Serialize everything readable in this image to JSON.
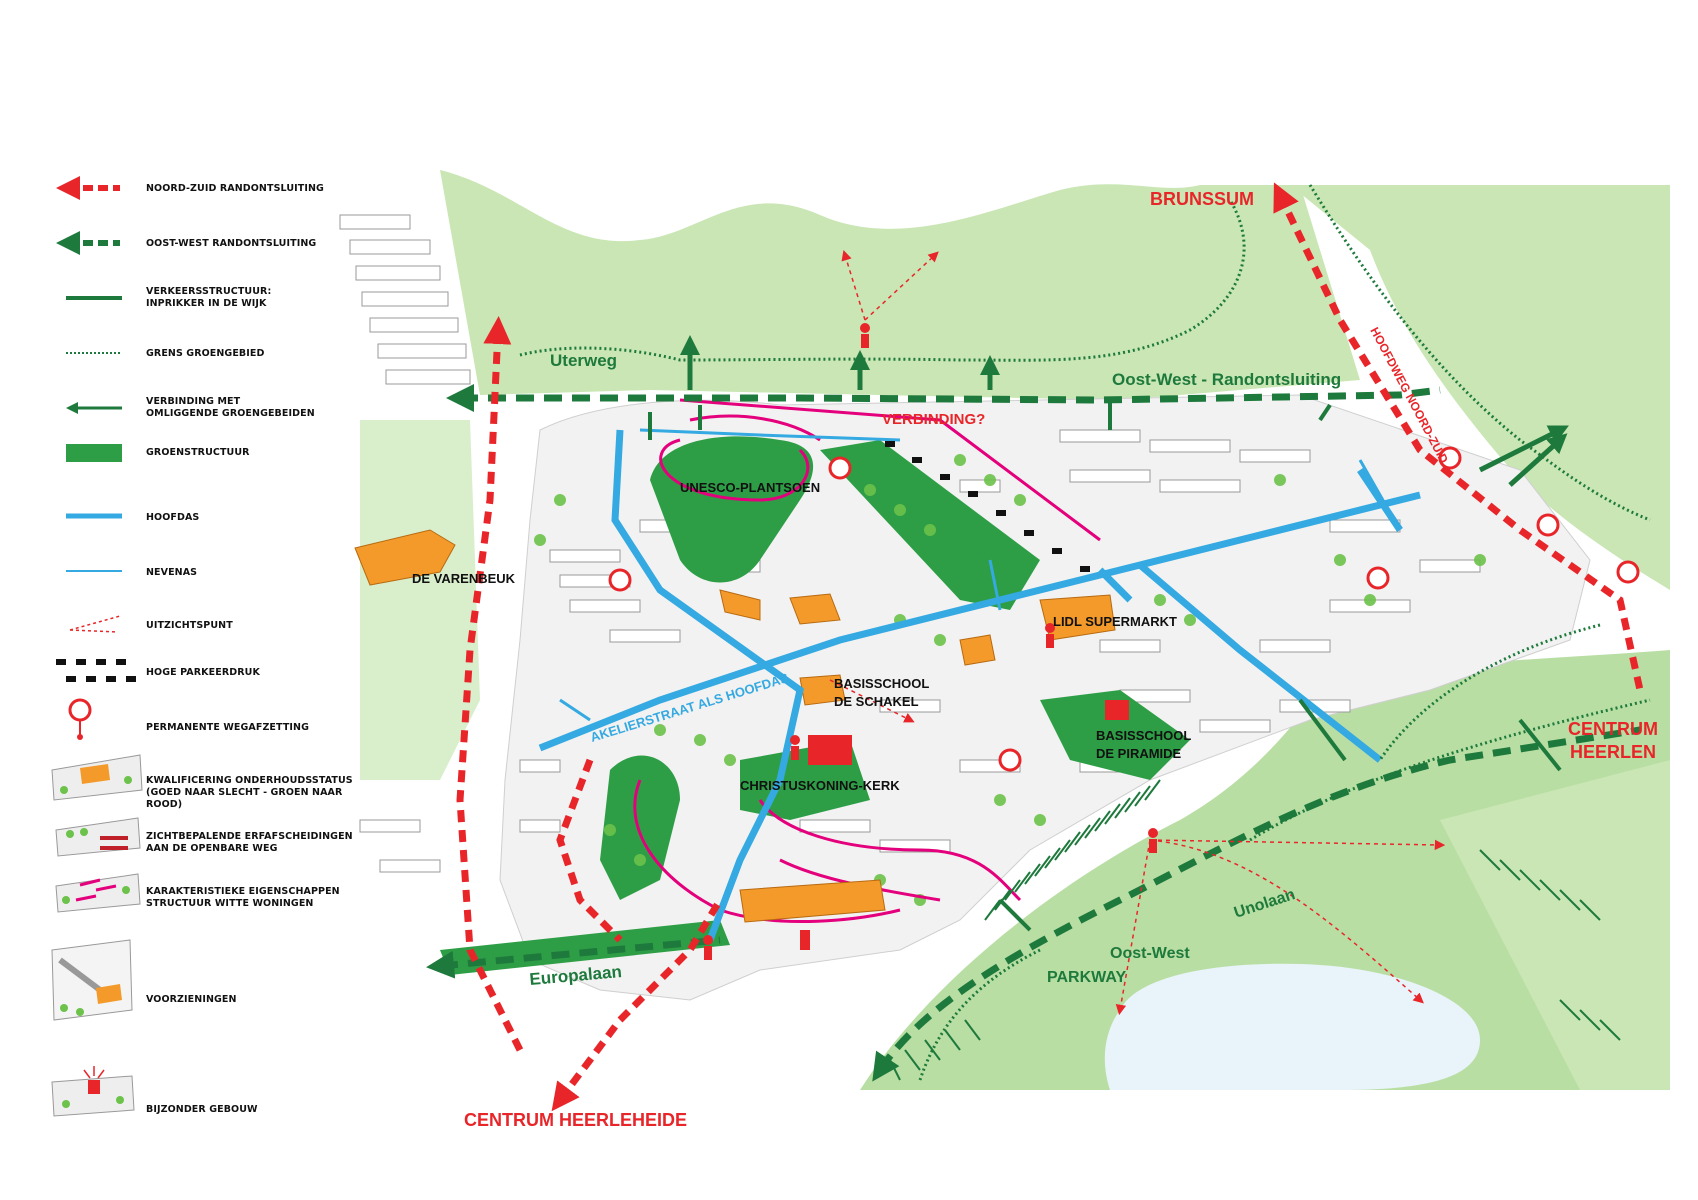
{
  "legend": {
    "items": [
      {
        "line1": "NOORD-ZUID RANDONTSLUITING",
        "line2": ""
      },
      {
        "line1": "OOST-WEST RANDONTSLUITING",
        "line2": ""
      },
      {
        "line1": "VERKEERSSTRUCTUUR:",
        "line2": "INPRIKKER IN DE WIJK"
      },
      {
        "line1": "GRENS GROENGEBIED",
        "line2": ""
      },
      {
        "line1": "VERBINDING MET",
        "line2": "OMLIGGENDE GROENGEBEIDEN"
      },
      {
        "line1": "GROENSTRUCTUUR",
        "line2": ""
      },
      {
        "line1": "HOOFDAS",
        "line2": ""
      },
      {
        "line1": "NEVENAS",
        "line2": ""
      },
      {
        "line1": "UITZICHTSPUNT",
        "line2": ""
      },
      {
        "line1": "HOGE PARKEERDRUK",
        "line2": ""
      },
      {
        "line1": "PERMANENTE WEGAFZETTING",
        "line2": ""
      },
      {
        "line1": "KWALIFICERING ONDERHOUDSSTATUS",
        "line2": "(GOED NAAR SLECHT - GROEN NAAR ROOD)"
      },
      {
        "line1": "ZICHTBEPALENDE ERFAFSCHEIDINGEN",
        "line2": "AAN DE OPENBARE WEG"
      },
      {
        "line1": "KARAKTERISTIEKE EIGENSCHAPPEN",
        "line2": "STRUCTUUR WITTE WONINGEN"
      },
      {
        "line1": "VOORZIENINGEN",
        "line2": ""
      },
      {
        "line1": "BIJZONDER GEBOUW",
        "line2": ""
      }
    ]
  },
  "map": {
    "places": {
      "brunssum": "BRUNSSUM",
      "centrum_heerlen_1": "CENTRUM",
      "centrum_heerlen_2": "HEERLEN",
      "centrum_heerleheide": "CENTRUM HEERLEHEIDE",
      "hoofdweg": "HOOFDWEG NOORD-ZUID"
    },
    "roads": {
      "uterweg": "Uterweg",
      "oost_west": "Oost-West - Randontsluiting",
      "europalaan": "Europalaan",
      "unolaan": "Unolaan",
      "parkway_1": "Oost-West",
      "parkway_2": "PARKWAY",
      "hoofdas": "AKELIERSTRAAT ALS HOOFDAS"
    },
    "landmarks": {
      "verbinding": "VERBINDING?",
      "unesco": "UNESCO-PLANTSOEN",
      "varenbeuk": "DE VARENBEUK",
      "lidl": "LIDL SUPERMARKT",
      "schakel_1": "BASISSCHOOL",
      "schakel_2": "DE SCHAKEL",
      "piramide_1": "BASISSCHOOL",
      "piramide_2": "DE PIRAMIDE",
      "kerk": "CHRISTUSKONING-KERK"
    },
    "colors": {
      "red": "#e8262a",
      "dark_green": "#1e7a3c",
      "light_green": "#c9e6b4",
      "mid_green": "#8fcb72",
      "blue": "#35a9e1",
      "magenta": "#e4007c",
      "orange": "#f39a2b"
    }
  }
}
